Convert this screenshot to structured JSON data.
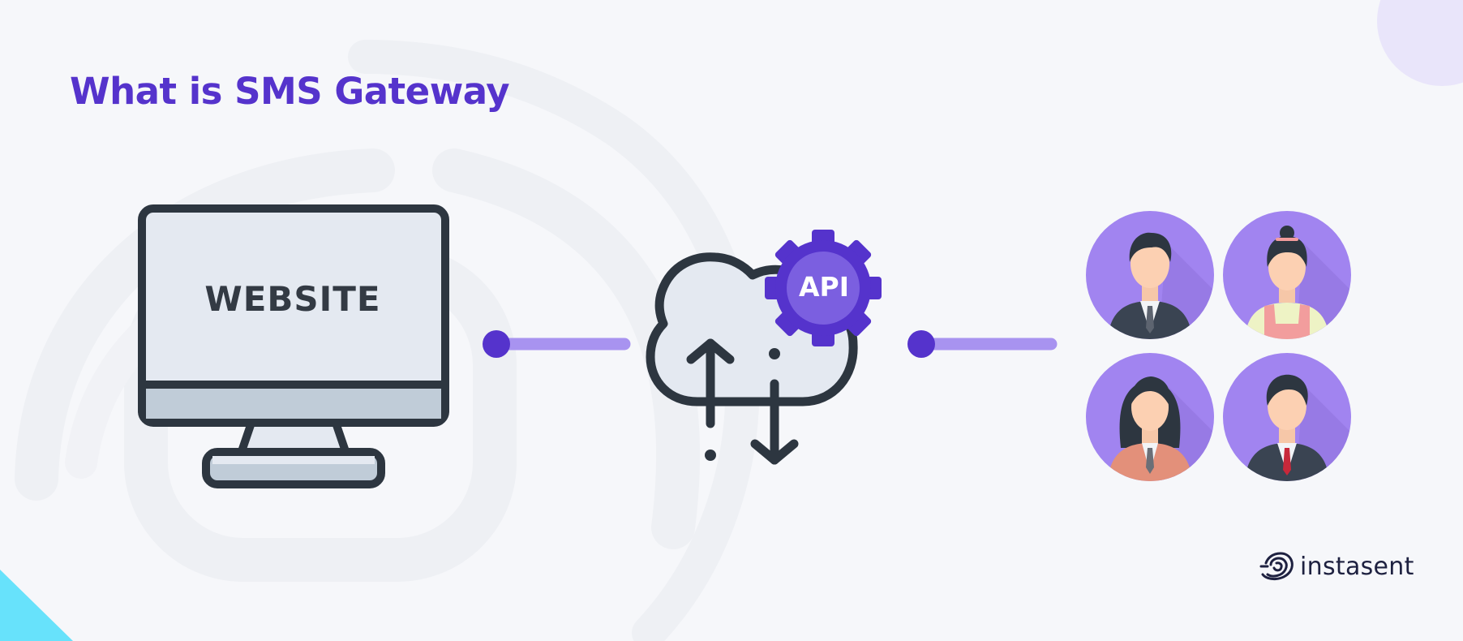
{
  "title": "What is SMS Gateway",
  "monitor": {
    "label": "WEBSITE",
    "icon": "monitor-icon"
  },
  "api": {
    "label": "API",
    "icon": "gear-icon"
  },
  "cloud": {
    "icon": "cloud-sync-icon"
  },
  "recipients": [
    {
      "icon": "businessman-avatar-icon"
    },
    {
      "icon": "woman-apron-avatar-icon"
    },
    {
      "icon": "businesswoman-avatar-icon"
    },
    {
      "icon": "man-red-tie-avatar-icon"
    }
  ],
  "brand": {
    "name": "instasent",
    "icon": "instasent-logo-icon"
  },
  "colors": {
    "accent": "#5533cc",
    "connector": "#a893f0",
    "avatar_bg": "#a184f0",
    "background": "#f6f7fa",
    "corner_cyan": "#67e2fb",
    "dark": "#2d3640"
  }
}
